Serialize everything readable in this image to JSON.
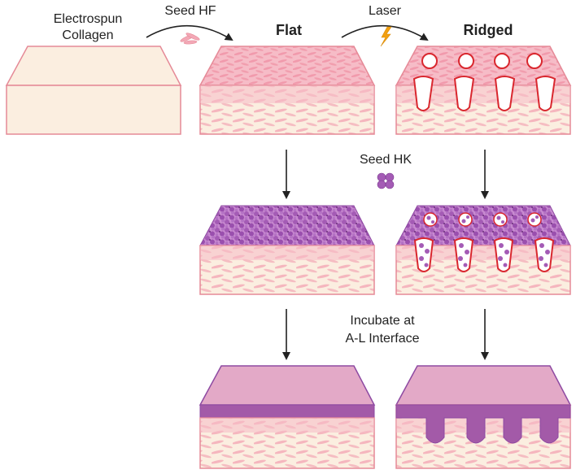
{
  "labels": {
    "material_line1": "Electrospun",
    "material_line2": "Collagen",
    "step_seed_hf": "Seed HF",
    "step_laser": "Laser",
    "title_flat": "Flat",
    "title_ridged": "Ridged",
    "step_seed_hk": "Seed HK",
    "step_incubate_line1": "Incubate at",
    "step_incubate_line2": "A-L Interface"
  },
  "colors": {
    "collagen_fill": "#fbeee0",
    "collagen_edge": "#e58a97",
    "fibroblast_pink": "#f3a8b6",
    "keratinocyte_purple": "#a45bb5",
    "epidermis_top": "#e3a9c7",
    "epidermis_band": "#a35aa8",
    "ridge_outline": "#d9272e",
    "laser_bolt": "#f2a011",
    "arrow": "#222222"
  }
}
